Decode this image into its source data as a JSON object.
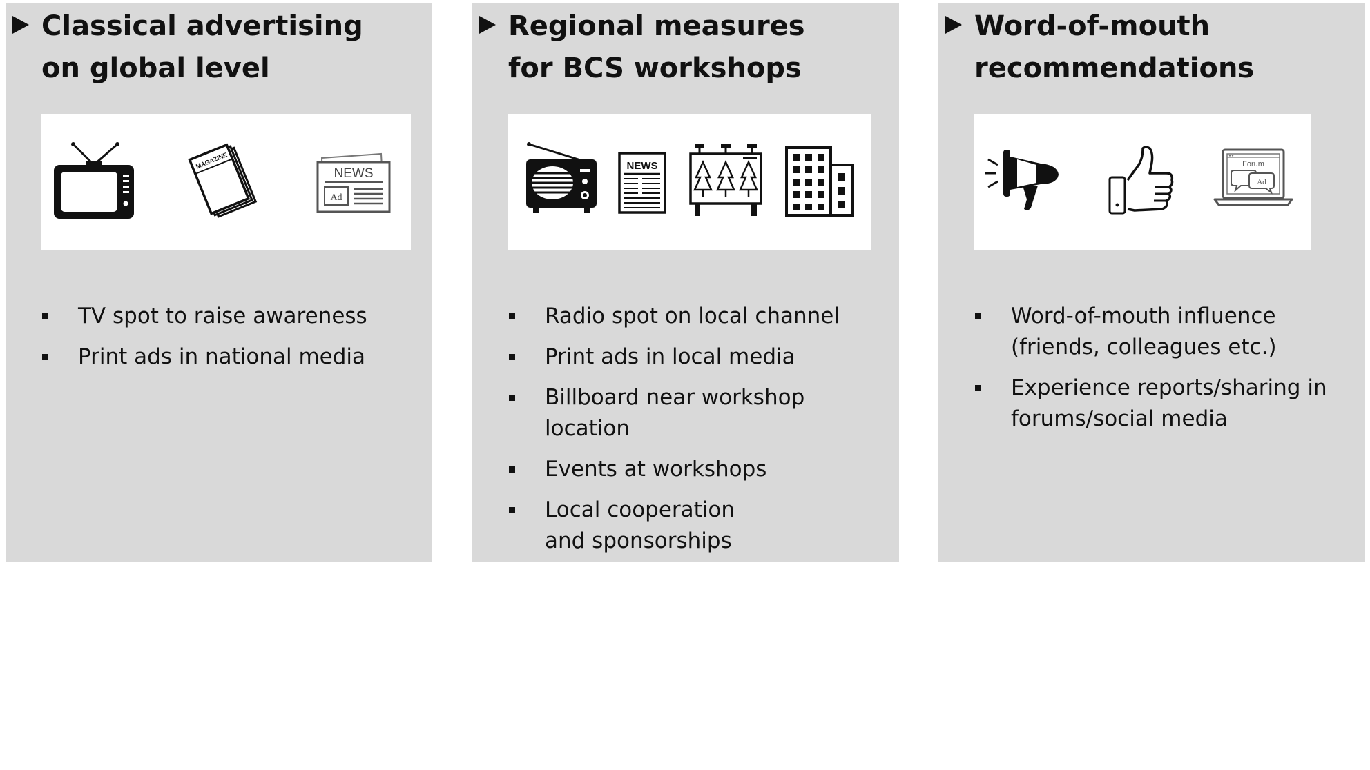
{
  "panels": [
    {
      "title_lines": [
        "Classical advertising",
        "on global level"
      ],
      "bullets": [
        "TV spot to raise awareness",
        "Print ads in national media"
      ],
      "icons": [
        "tv-icon",
        "magazine-icon",
        "newspaper-icon"
      ],
      "icon_labels": {
        "magazine": "MAGAZINE",
        "news": "NEWS",
        "ad": "Ad"
      }
    },
    {
      "title_lines": [
        "Regional measures",
        "for BCS workshops"
      ],
      "bullets": [
        "Radio spot on local channel",
        "Print ads in local media",
        "Billboard near workshop location",
        "Events at workshops",
        "Local cooperation and sponsorships"
      ],
      "icons": [
        "radio-icon",
        "newspaper-icon",
        "billboard-icon",
        "building-icon"
      ],
      "icon_labels": {
        "news": "NEWS"
      }
    },
    {
      "title_lines": [
        "Word-of-mouth",
        "recommendations"
      ],
      "bullets": [
        "Word-of-mouth influence (friends, colleagues etc.)",
        "Experience reports/sharing in forums/social media"
      ],
      "icons": [
        "megaphone-icon",
        "thumbs-up-icon",
        "laptop-forum-icon"
      ],
      "icon_labels": {
        "forum": "Forum",
        "ad": "Ad"
      }
    }
  ]
}
